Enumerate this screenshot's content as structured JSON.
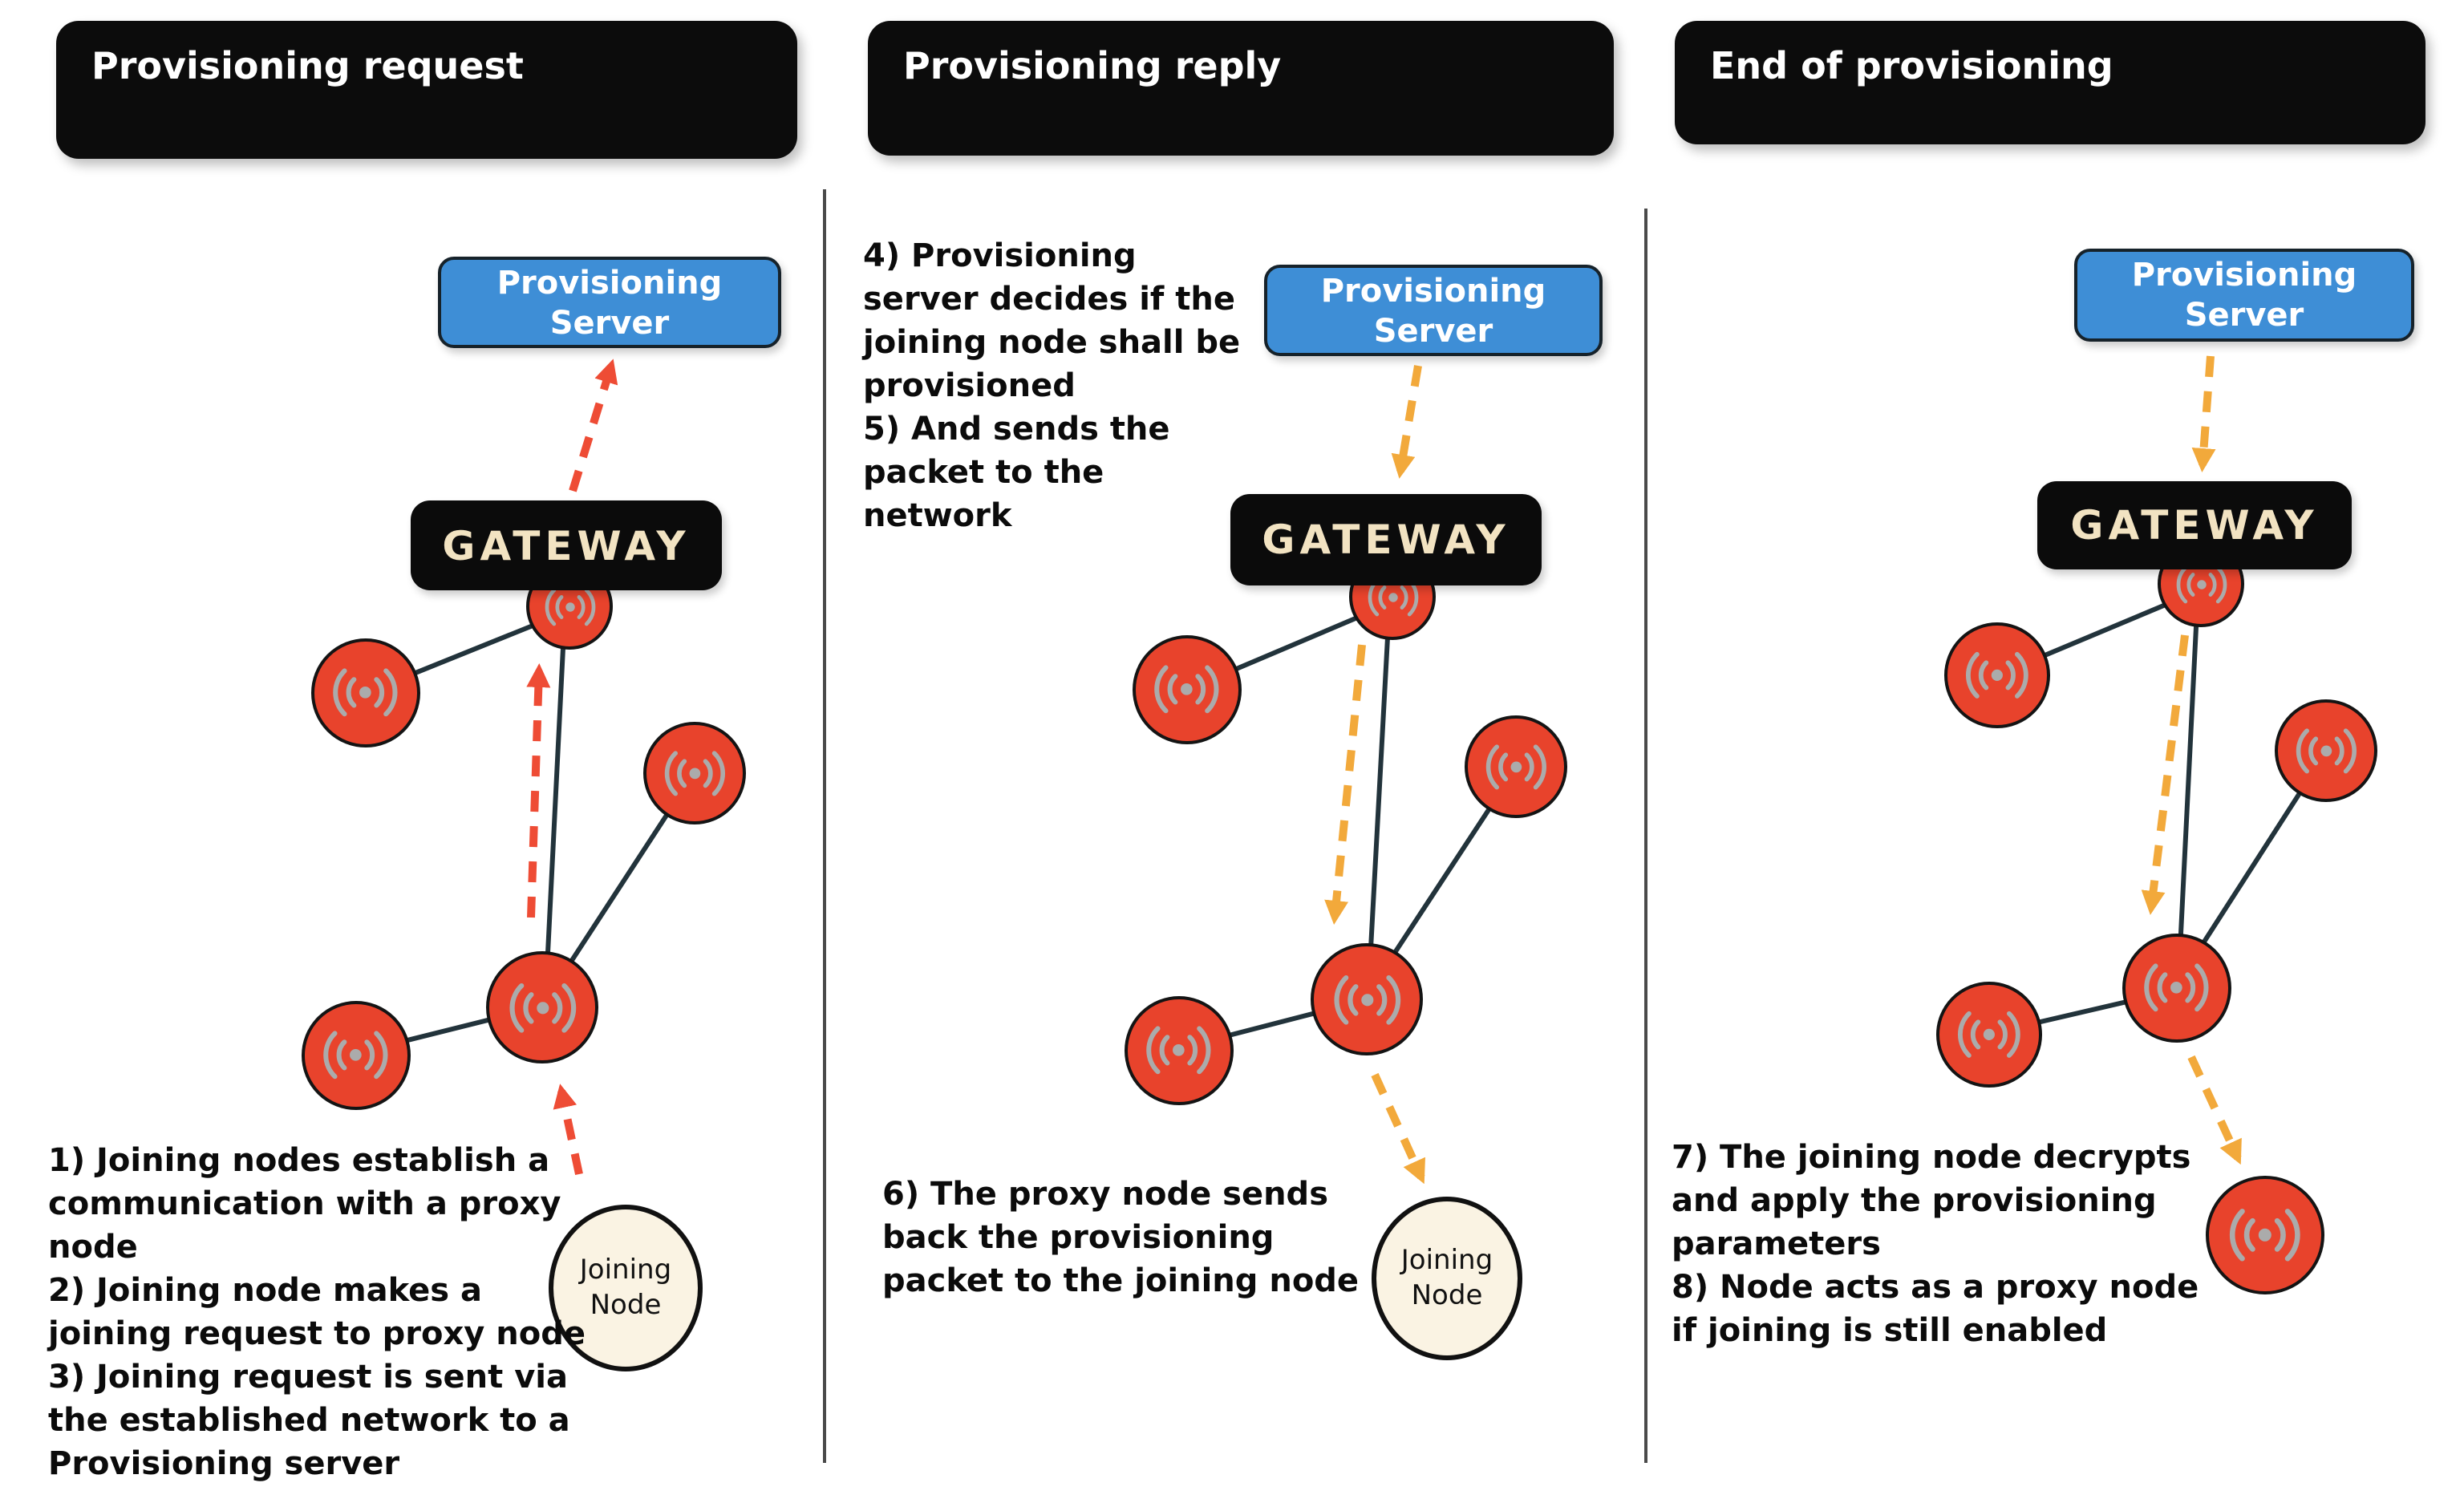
{
  "panels": [
    {
      "title": "Provisioning request",
      "server_label": "Provisioning Server",
      "gateway_label": "GATEWAY",
      "joining_node_label": "Joining Node",
      "steps": "1) Joining nodes establish a communication with a proxy node\n2) Joining node makes a joining request to proxy node\n3) Joining request is sent via the established network to a Provisioning server"
    },
    {
      "title": "Provisioning reply",
      "server_label": "Provisioning Server",
      "gateway_label": "GATEWAY",
      "joining_node_label": "Joining Node",
      "steps_top": "4) Provisioning server decides if the joining node shall be provisioned\n5) And sends the packet to the network",
      "steps_bottom": "6) The proxy node sends back the provisioning packet to the joining node"
    },
    {
      "title": "End of provisioning",
      "server_label": "Provisioning Server",
      "gateway_label": "GATEWAY",
      "steps": "7) The joining node decrypts and apply the provisioning parameters\n8) Node acts as a proxy node if joining is still enabled"
    }
  ],
  "colors": {
    "node_red": "#E8432C",
    "server_blue": "#3E8ED6",
    "arrow_red": "#EE4C35",
    "arrow_orange": "#F2A93B",
    "gateway_text": "#F2E3C2",
    "joining_fill": "#FAF3E3"
  }
}
